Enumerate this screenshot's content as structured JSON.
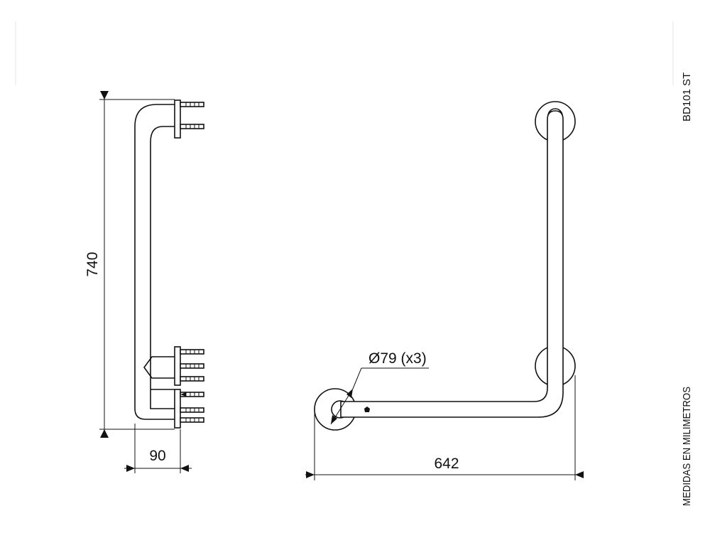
{
  "dimensions": {
    "height": "740",
    "depth": "90",
    "length": "642",
    "diameter": "Ø79 (x3)"
  },
  "model_code": "BD101 ST",
  "units_note": "MEDIDAS EN MILIMETROS"
}
